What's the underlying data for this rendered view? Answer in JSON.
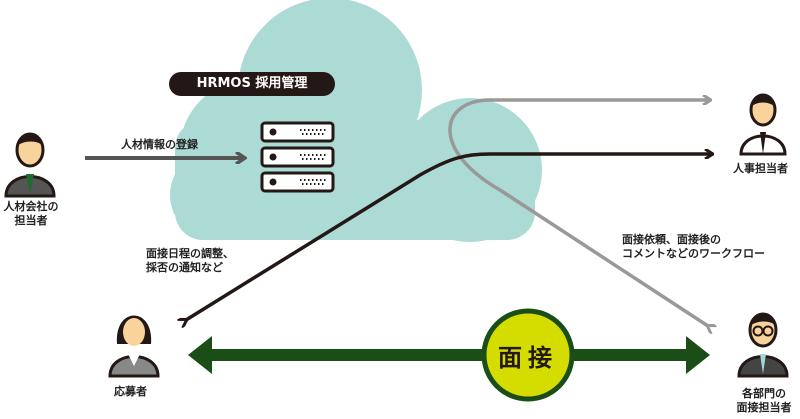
{
  "system_badge": "HRMOS 採用管理",
  "actors": {
    "agency": "人材会社の\n担当者",
    "hr": "人事担当者",
    "candidate": "応募者",
    "interviewer": "各部門の\n面接担当者"
  },
  "flows": {
    "register": "人材情報の登録",
    "schedule_line1": "面接日程の調整、",
    "schedule_line2": "採否の通知など",
    "workflow_line1": "面接依頼、面接後の",
    "workflow_line2": "コメントなどのワークフロー"
  },
  "interview": "面接",
  "colors": {
    "cloud": "#acdad4",
    "interview_fill": "#d4dc00",
    "interview_green": "#1b4d16",
    "gray": "#999999",
    "dark": "#231815"
  }
}
